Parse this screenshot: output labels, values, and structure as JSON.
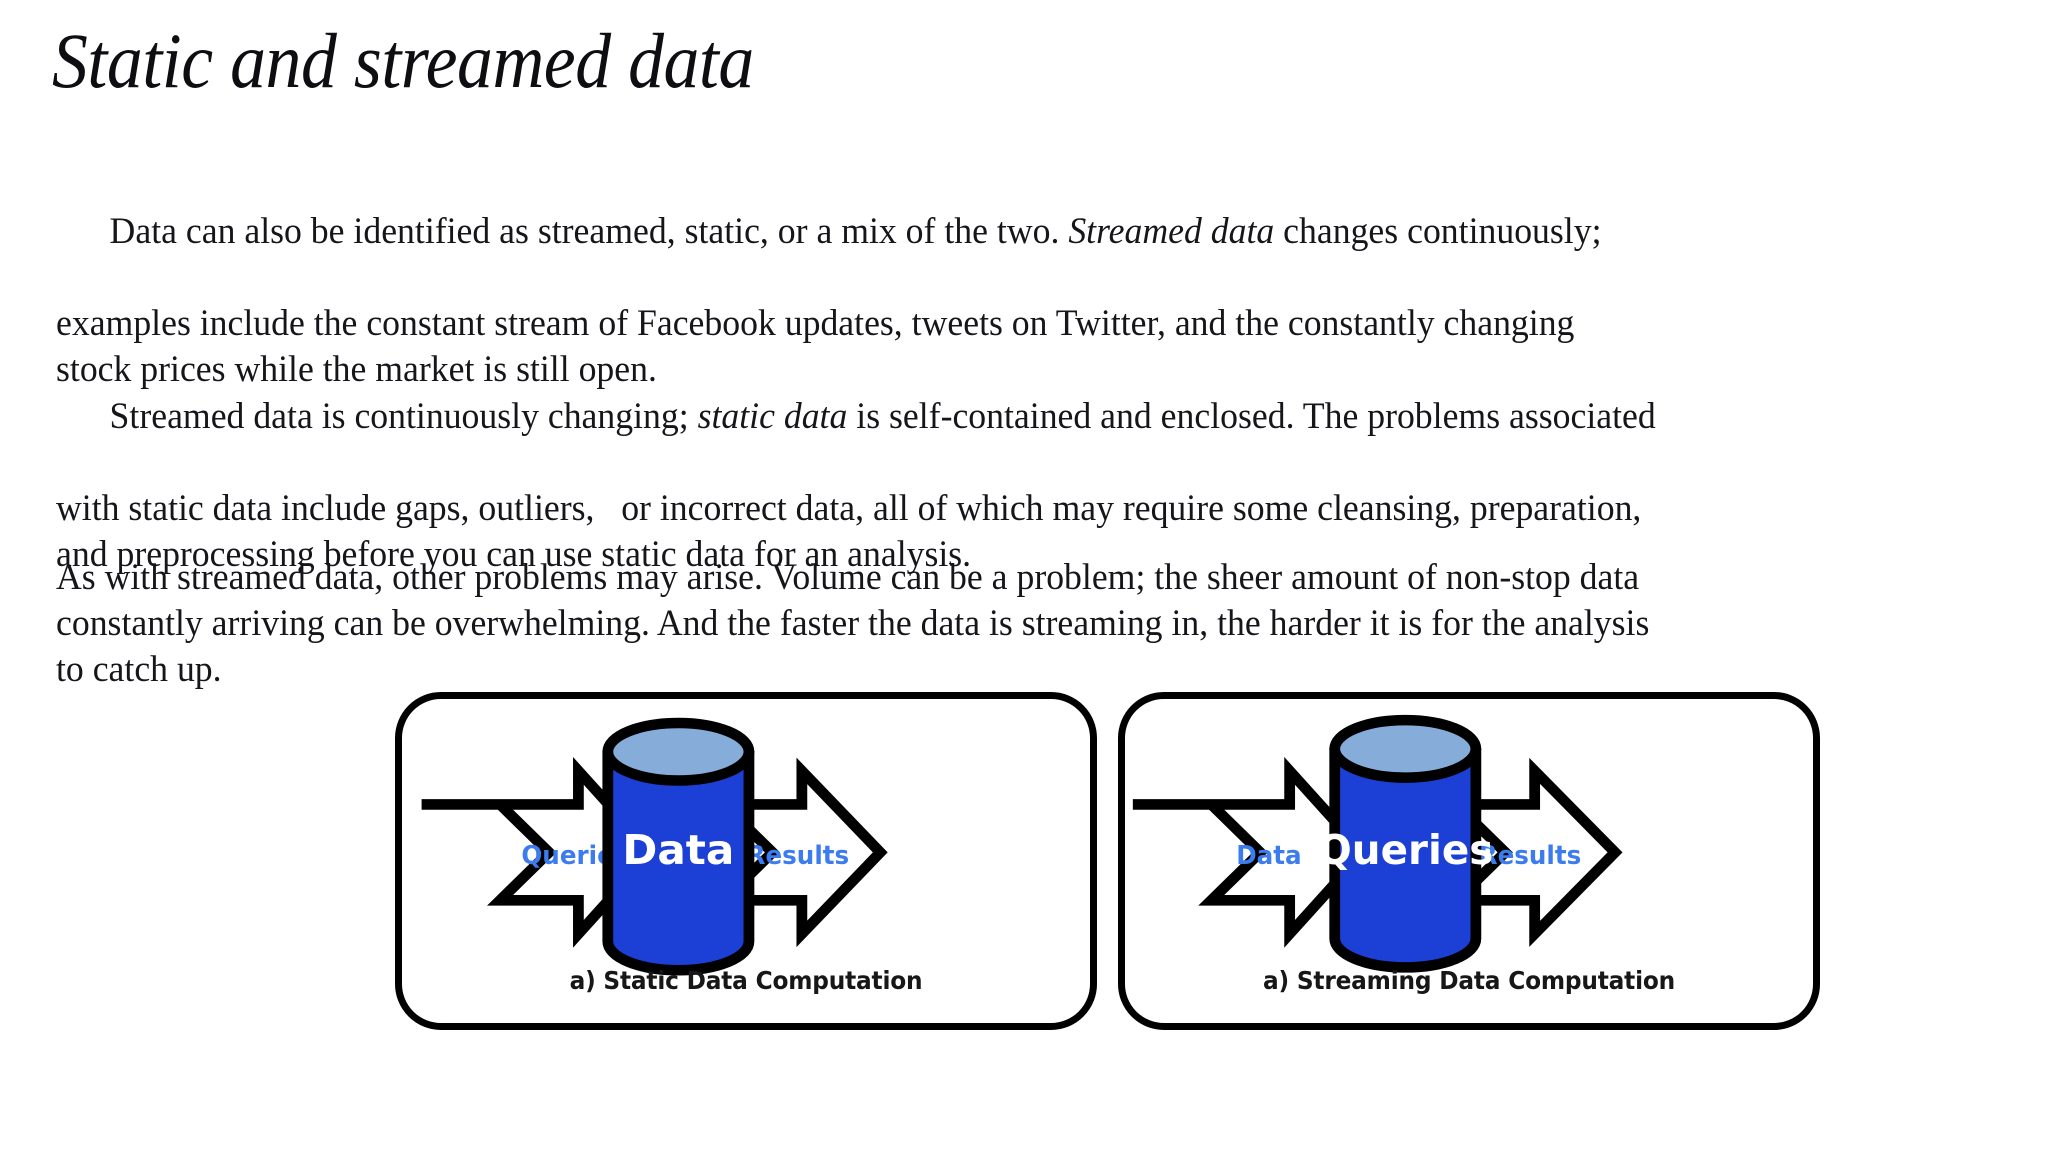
{
  "slide": {
    "title": "Static and streamed data",
    "background_color": "#ffffff",
    "text_color": "#15151a"
  },
  "paragraphs": [
    {
      "id": "p1",
      "lines": [
        [
          {
            "t": "Data can also be identified as streamed, static, or a mix of the two. ",
            "i": false
          },
          {
            "t": "Streamed data",
            "i": true
          },
          {
            "t": " changes continuously;",
            "i": false
          }
        ],
        [
          {
            "t": "examples include the constant stream of Facebook updates, tweets on Twitter, and the constantly changing",
            "i": false
          }
        ],
        [
          {
            "t": "stock prices while the market is still open.",
            "i": false
          }
        ]
      ]
    },
    {
      "id": "p2",
      "lines": [
        [
          {
            "t": "Streamed data is continuously changing; ",
            "i": false
          },
          {
            "t": "static data",
            "i": true
          },
          {
            "t": " is self-contained and enclosed. The problems associated",
            "i": false
          }
        ],
        [
          {
            "t": "with static data include gaps, outliers,   or incorrect data, all of which may require some cleansing, preparation,",
            "i": false
          }
        ],
        [
          {
            "t": "and preprocessing before you can use static data for an analysis.",
            "i": false
          }
        ]
      ]
    },
    {
      "id": "p3",
      "lines": [
        [
          {
            "t": "As with streamed data, other problems may arise. Volume can be a problem; the sheer amount of non-stop data",
            "i": false
          }
        ],
        [
          {
            "t": "constantly arriving can be overwhelming. And the faster the data is streaming in, the harder it is for the analysis",
            "i": false
          }
        ],
        [
          {
            "t": "to catch up.",
            "i": false
          }
        ]
      ]
    }
  ],
  "figure": {
    "colors": {
      "cylinder_body": "#1c3fd6",
      "cylinder_top": "#86add9",
      "outline": "#000000",
      "arrow_fill": "#ffffff",
      "arrow_label": "#3c7cee",
      "cylinder_label": "#ffffff"
    },
    "panels": [
      {
        "id": "static",
        "caption": "a) Static Data Computation",
        "input_arrow_label": "Queries",
        "cylinder_label": "Data",
        "output_arrow_label": "Results"
      },
      {
        "id": "streaming",
        "caption": "a) Streaming Data Computation",
        "input_arrow_label": "Data",
        "cylinder_label": "Queries",
        "output_arrow_label": "Results"
      }
    ]
  }
}
